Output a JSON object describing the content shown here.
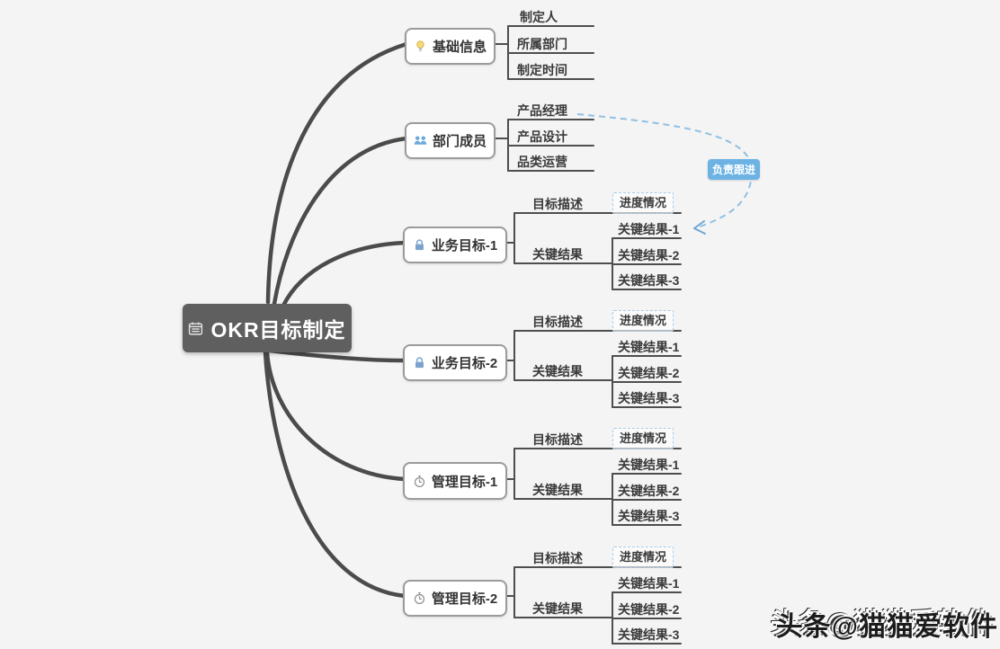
{
  "root": {
    "label": "OKR目标制定"
  },
  "branches": [
    {
      "label": "基础信息",
      "children": [
        "制定人",
        "所属部门",
        "制定时间"
      ]
    },
    {
      "label": "部门成员",
      "children": [
        "产品经理",
        "产品设计",
        "品类运营"
      ]
    },
    {
      "label": "业务目标-1",
      "desc": "目标描述",
      "progress": "进度情况",
      "kr": "关键结果",
      "results": [
        "关键结果-1",
        "关键结果-2",
        "关键结果-3"
      ]
    },
    {
      "label": "业务目标-2",
      "desc": "目标描述",
      "progress": "进度情况",
      "kr": "关键结果",
      "results": [
        "关键结果-1",
        "关键结果-2",
        "关键结果-3"
      ]
    },
    {
      "label": "管理目标-1",
      "desc": "目标描述",
      "progress": "进度情况",
      "kr": "关键结果",
      "results": [
        "关键结果-1",
        "关键结果-2",
        "关键结果-3"
      ]
    },
    {
      "label": "管理目标-2",
      "desc": "目标描述",
      "progress": "进度情况",
      "kr": "关键结果",
      "results": [
        "关键结果-1",
        "关键结果-2",
        "关键结果-3"
      ]
    }
  ],
  "floating_note": {
    "label": "负责跟进"
  },
  "watermark": {
    "text": "头条@猫猫爱软件"
  },
  "icons": {
    "root": "calendar-icon",
    "branch_0": "bulb-icon",
    "branch_1": "team-icon",
    "branch_2": "lock-icon",
    "branch_3": "lock-icon",
    "branch_4": "clock-icon",
    "branch_5": "clock-icon"
  },
  "colors": {
    "background": "#f4f4f4",
    "root_bg": "#5f5f5f",
    "branch_border": "#9b9b9b",
    "connector": "#4b4b4b",
    "dashed_link": "#8fc0e2",
    "note_bg": "#6cb3e4",
    "progress_border": "#a9cce9"
  }
}
